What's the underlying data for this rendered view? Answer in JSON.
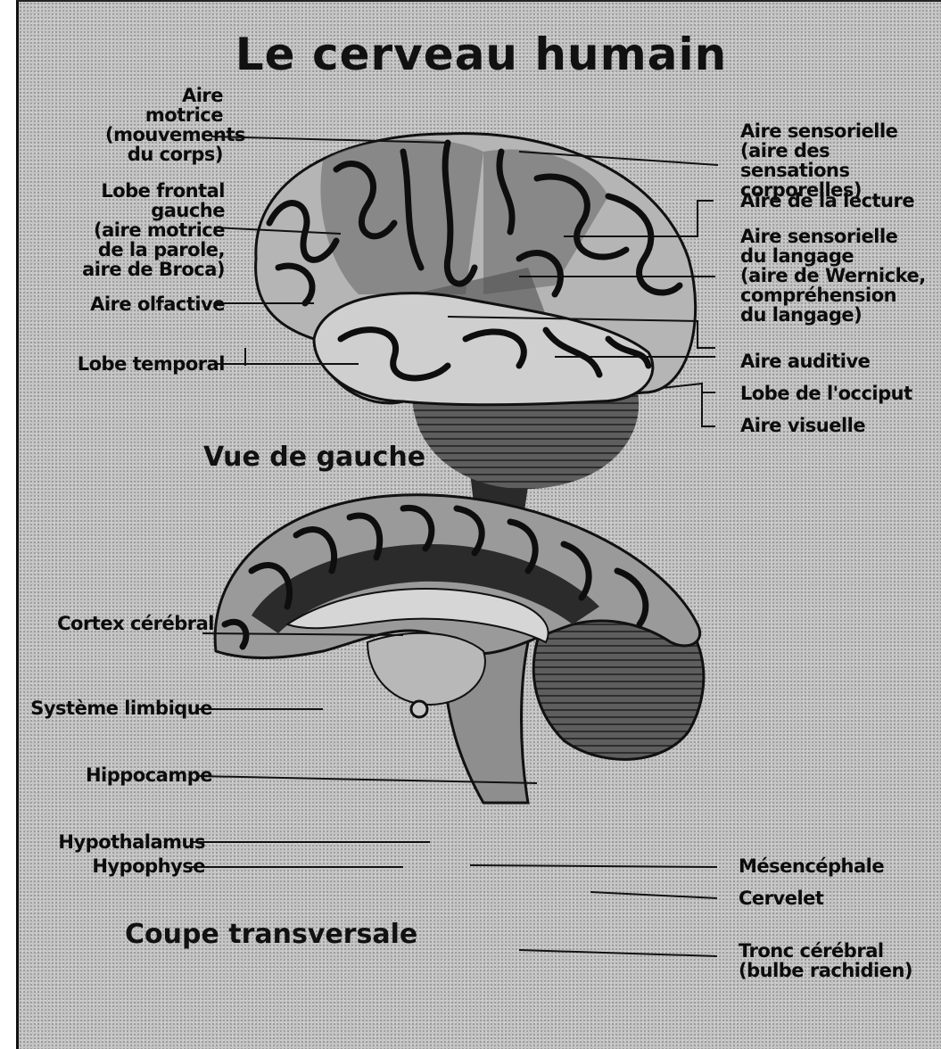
{
  "title": "Le cerveau humain",
  "views": {
    "left_view": "Vue de gauche",
    "cross_section": "Coupe transversale"
  },
  "left_view_labels": {
    "motor_area": "Aire motrice\n(mouvements\ndu corps)",
    "left_frontal_lobe": "Lobe frontal gauche\n(aire motrice\nde la parole,\naire de Broca)",
    "olfactory_area": "Aire olfactive",
    "temporal_lobe": "Lobe temporal",
    "sensory_area": "Aire sensorielle\n(aire des sensations\ncorporelles)",
    "reading_area": "Aire de la lecture",
    "language_sensory_area": "Aire sensorielle\ndu langage\n(aire de Wernicke,\ncompréhension\ndu langage)",
    "auditory_area": "Aire auditive",
    "occipital_lobe": "Lobe de l'occiput",
    "visual_area": "Aire visuelle"
  },
  "cross_section_labels": {
    "cerebral_cortex": "Cortex cérébral",
    "limbic_system": "Système limbique",
    "hippocampus": "Hippocampe",
    "hypothalamus": "Hypothalamus",
    "pituitary": "Hypophyse",
    "midbrain": "Mésencéphale",
    "cerebellum": "Cervelet",
    "brainstem": "Tronc cérébral\n(bulbe rachidien)"
  }
}
